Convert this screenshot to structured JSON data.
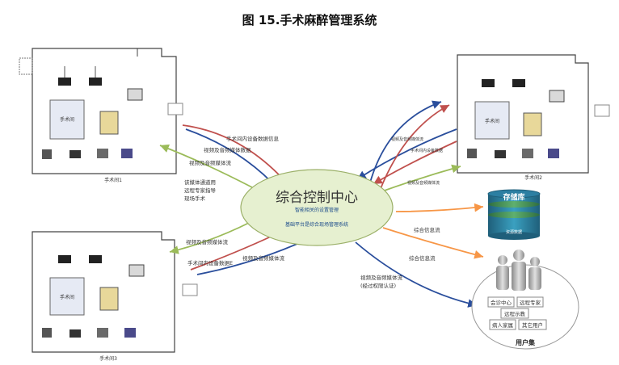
{
  "title": "图 15.手术麻醉管理系统",
  "center": {
    "title": "综合控制中心",
    "line1": "智能相关的设置管理",
    "line2": "基础平台是综合现场管理系统"
  },
  "rooms": {
    "label": "手术间",
    "caption_left_top": "手术间1",
    "caption_right_top": "手术间2",
    "caption_left_bottom": "手术间3"
  },
  "flows": {
    "device_data": "手术间内设备数据信息",
    "av_stream": "视频及音频媒体数据",
    "av_stream_short": "视频及音频媒体流",
    "remote_note": [
      "该媒体通道用",
      "远程专家指导",
      "现场手术"
    ],
    "device_data_b": "手术间内设备数据E",
    "av_stream_b": "视频及音频媒体流",
    "right_a": "视频及音频媒体流",
    "right_b": "手术间内设备数据",
    "right_c": "视频及音频媒体流",
    "info_1": "综合信息流",
    "info_2": "综合信息流",
    "auth_1": "视频及音频媒体流",
    "auth_2": "(经过权限认证)"
  },
  "storage": {
    "label": "存储库",
    "layers": [
      "",
      "",
      "",
      "资源数据"
    ]
  },
  "users": {
    "caption": "用户集",
    "tags": [
      "会诊中心",
      "远程专家",
      "远程示教",
      "病人家属",
      "其它用户"
    ]
  },
  "colors": {
    "blue_arrow": "#2a4e9c",
    "red_arrow": "#c0504d",
    "green_arrow": "#9bbb59",
    "orange_arrow": "#f79646",
    "center_fill": "#e6f0d0"
  }
}
